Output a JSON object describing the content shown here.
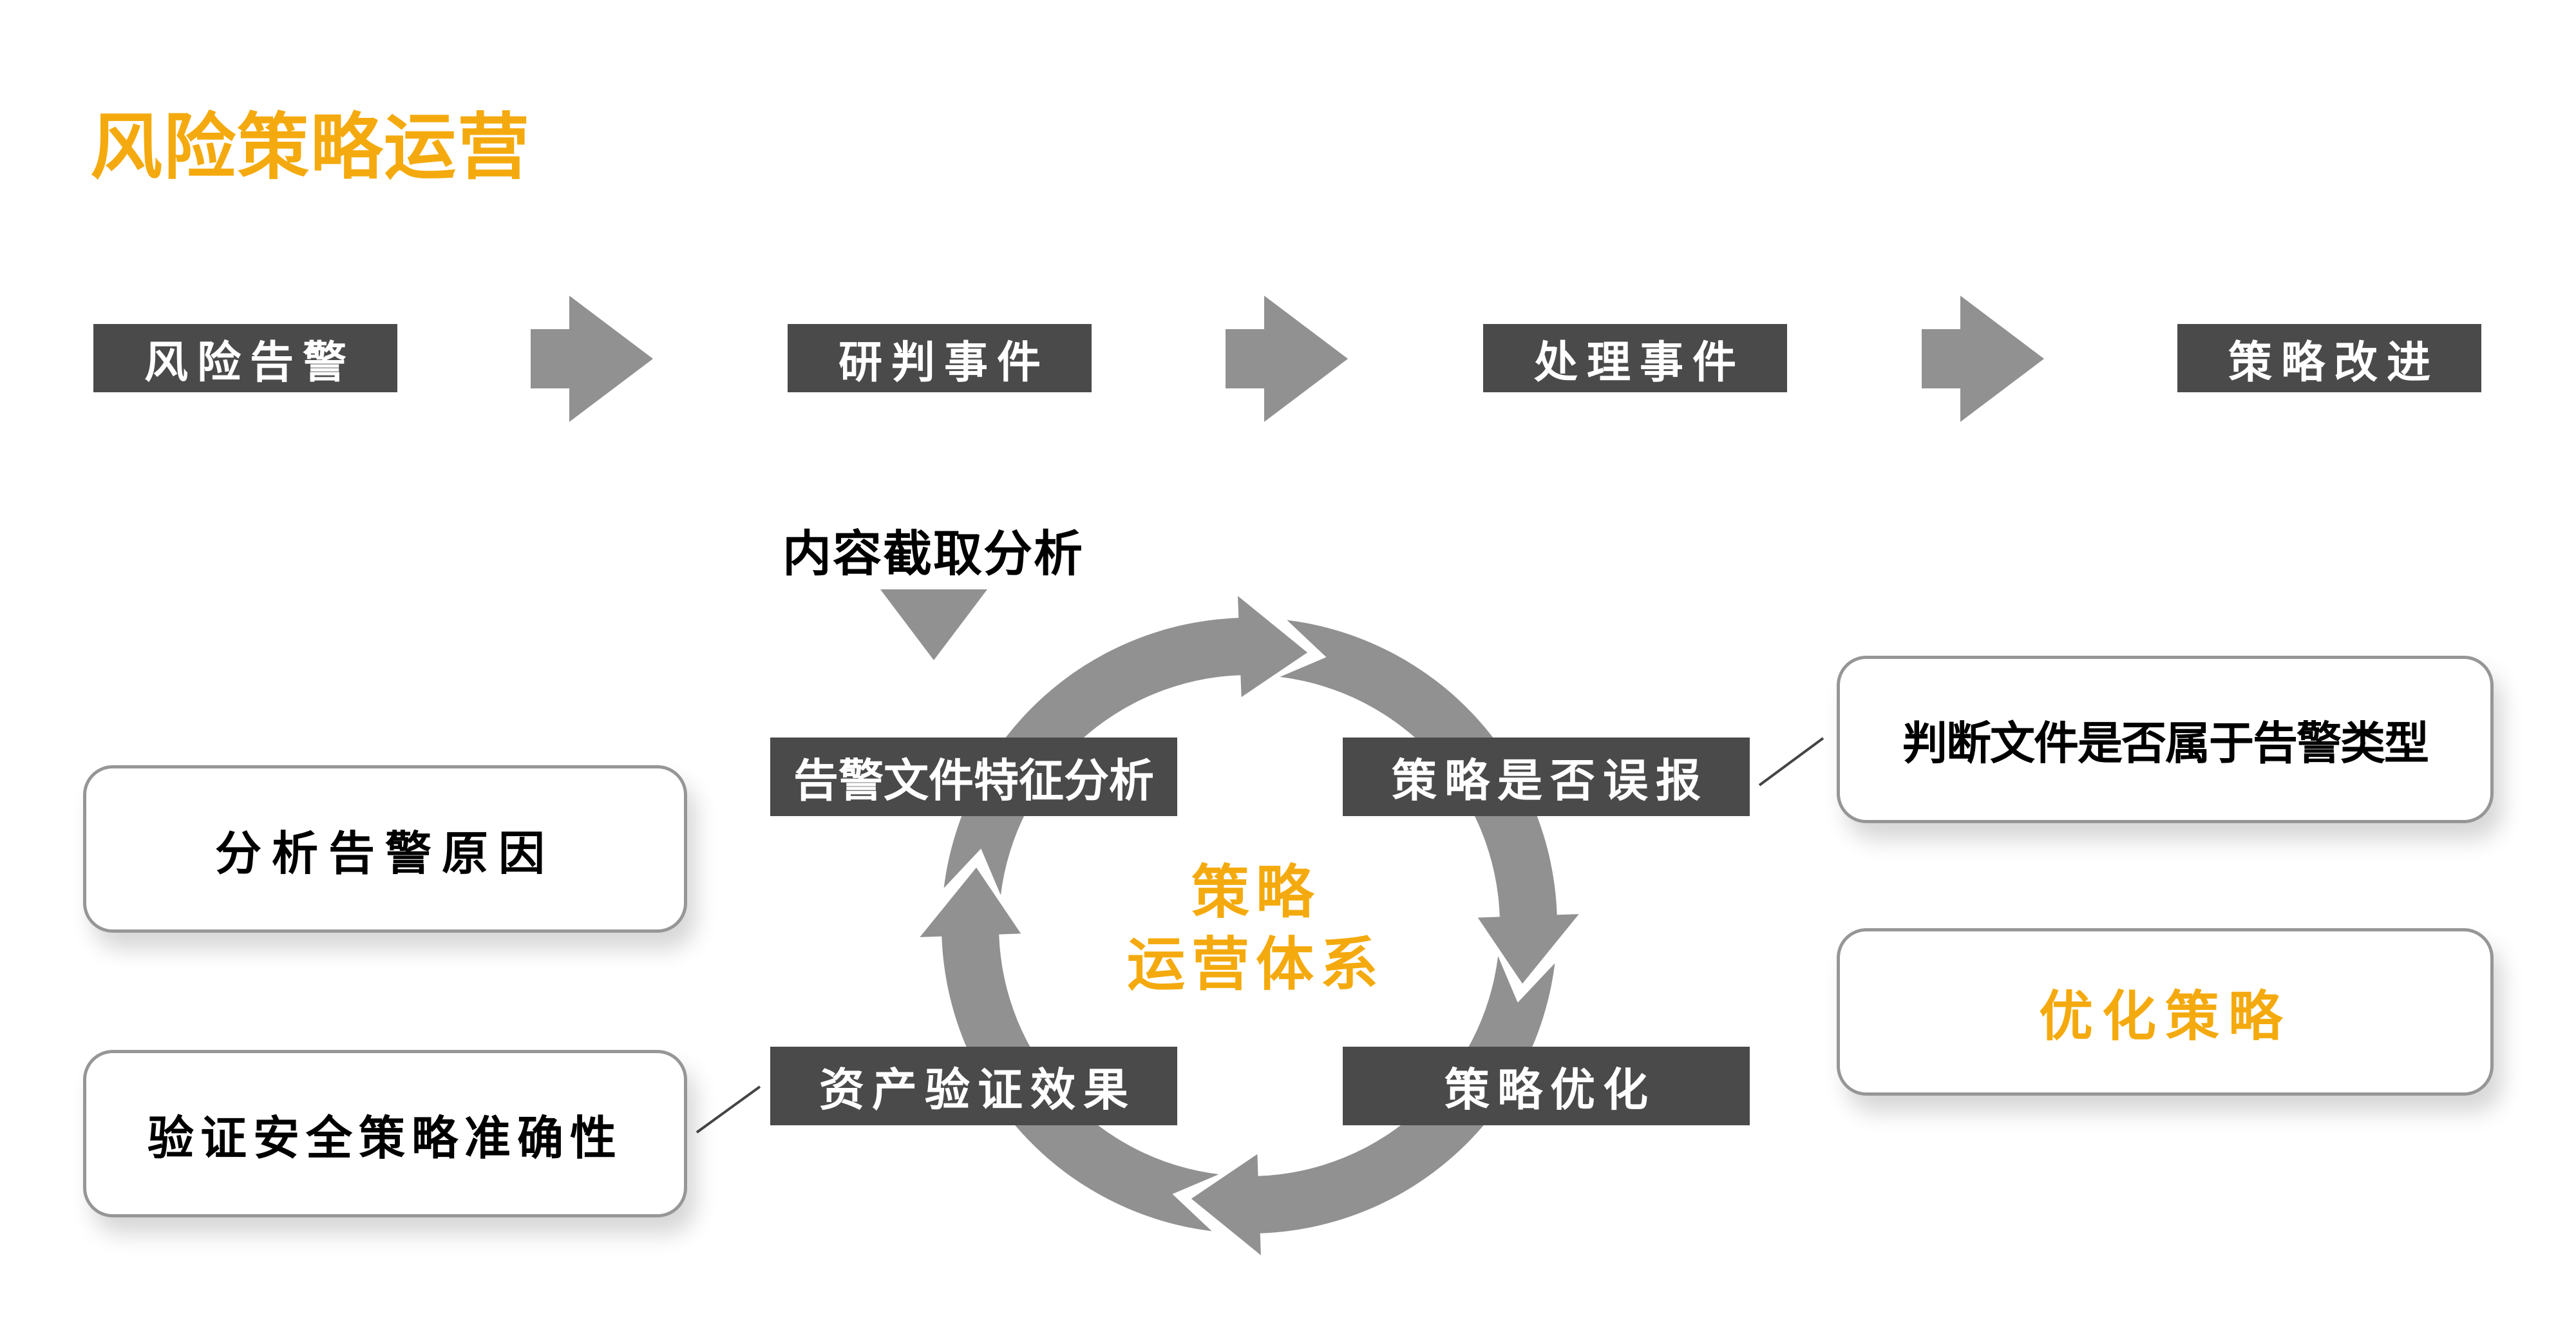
{
  "title": "风险策略运营",
  "flow": {
    "steps": [
      {
        "label": "风险告警"
      },
      {
        "label": "研判事件"
      },
      {
        "label": "处理事件"
      },
      {
        "label": "策略改进"
      }
    ],
    "arrow_icon": "right-arrow-icon"
  },
  "capture": {
    "label": "内容截取分析",
    "icon": "down-triangle-icon"
  },
  "cycle": {
    "center_line1": "策略",
    "center_line2": "运营体系",
    "nodes": [
      {
        "label": "告警文件特征分析",
        "position": "top-left"
      },
      {
        "label": "策略是否误报",
        "position": "top-right"
      },
      {
        "label": "策略优化",
        "position": "bottom-right"
      },
      {
        "label": "资产验证效果",
        "position": "bottom-left"
      }
    ],
    "direction": "clockwise"
  },
  "notes": {
    "left": [
      {
        "label": "分析告警原因"
      },
      {
        "label": "验证安全策略准确性"
      }
    ],
    "right": [
      {
        "label": "判断文件是否属于告警类型"
      },
      {
        "label": "优化策略"
      }
    ]
  },
  "colors": {
    "accent": "#F4AA0E",
    "dark_box": "#4A4A4A",
    "arrow_gray": "#919191",
    "note_border": "#969696",
    "text_dark": "#000000",
    "text_light": "#FFFFFF"
  }
}
